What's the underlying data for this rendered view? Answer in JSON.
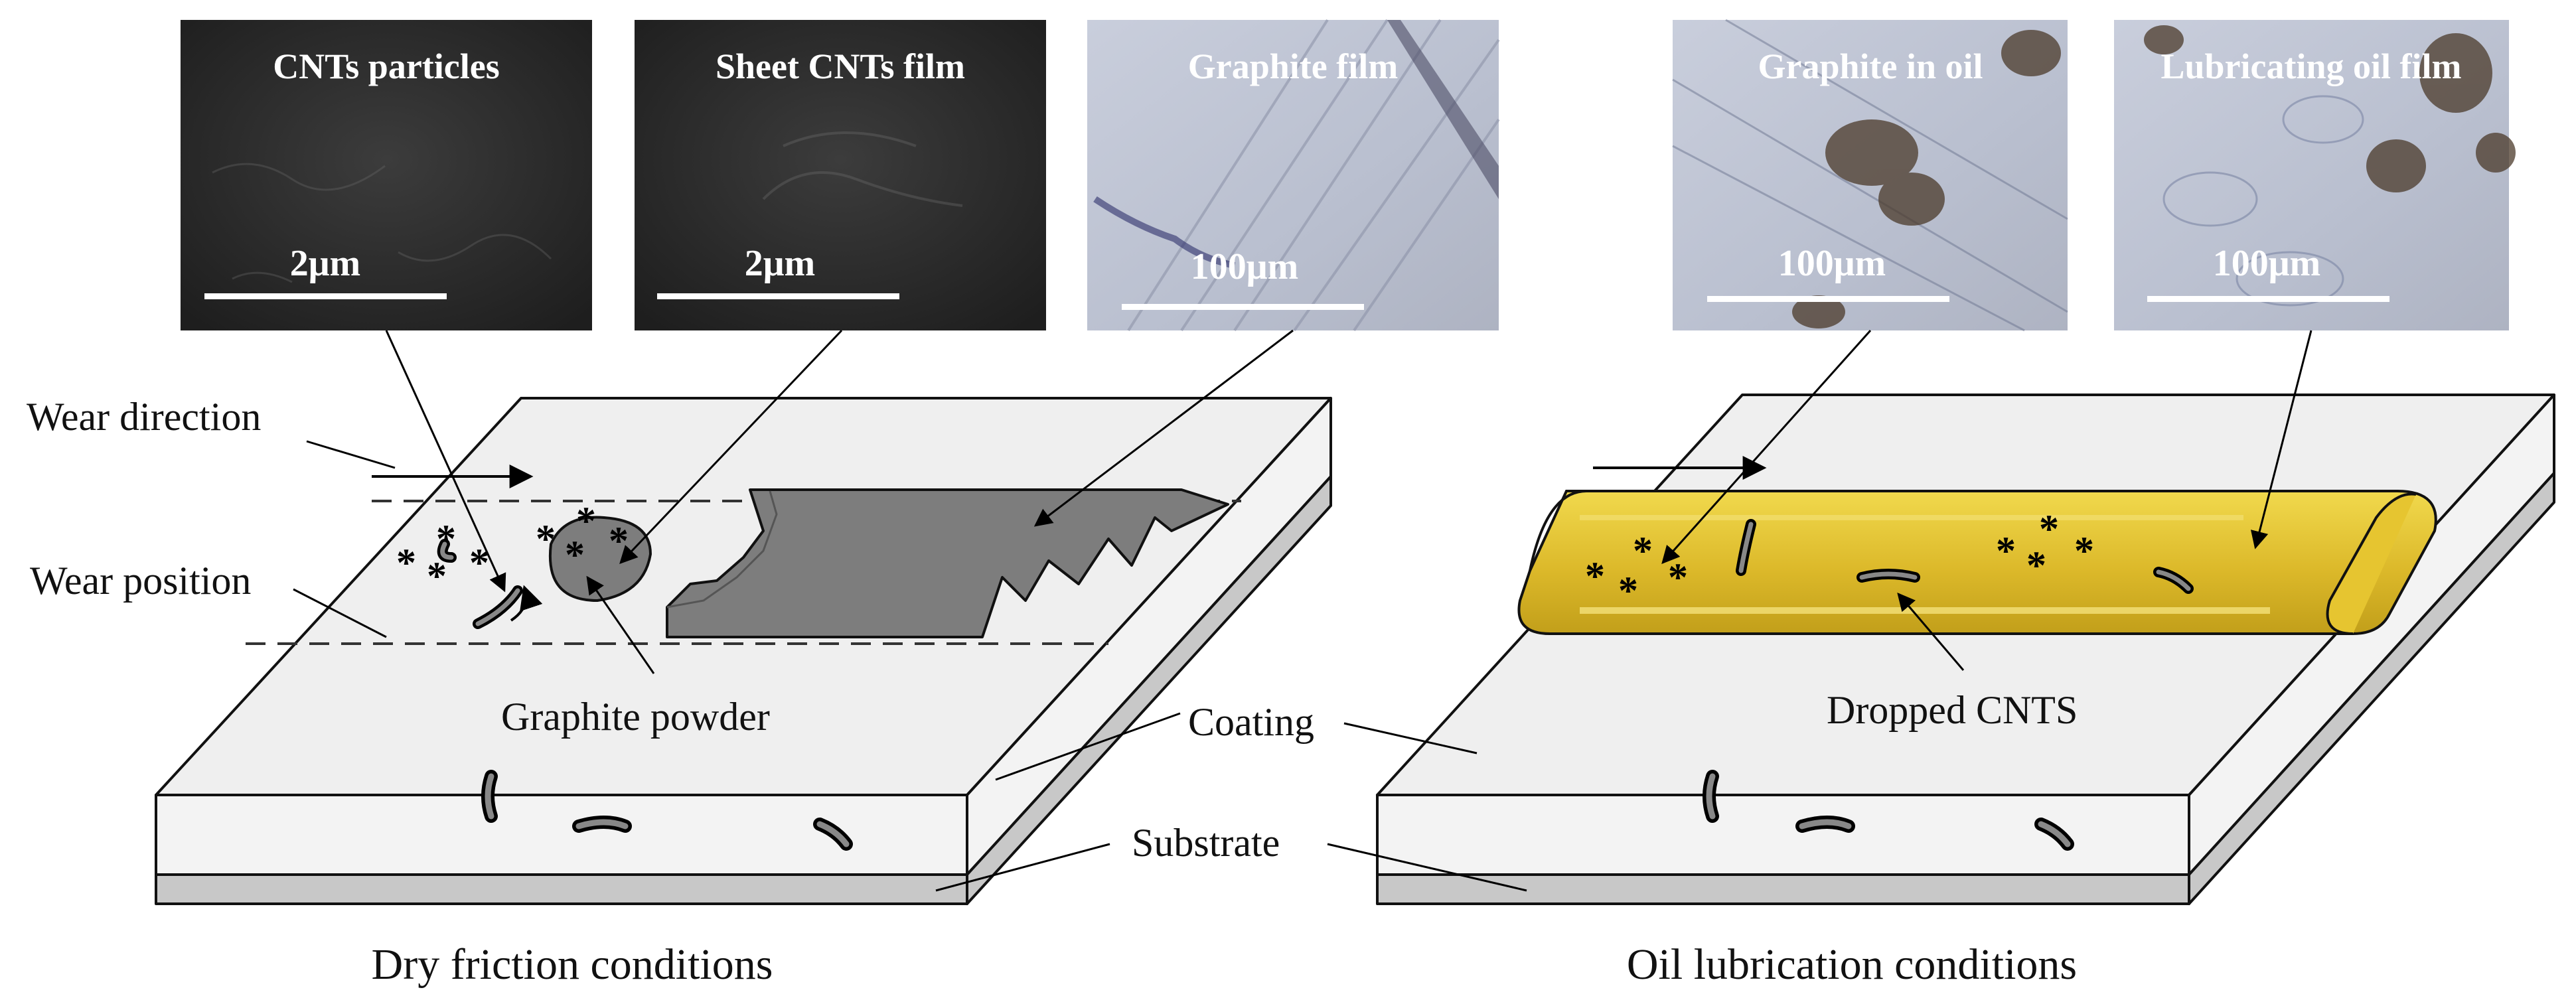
{
  "micrographs": [
    {
      "title": "CNTs particles",
      "scale": "2μm",
      "tone": "dark"
    },
    {
      "title": "Sheet CNTs film",
      "scale": "2μm",
      "tone": "dark"
    },
    {
      "title": "Graphite film",
      "scale": "100μm",
      "tone": "light"
    },
    {
      "title": "Graphite in oil",
      "scale": "100μm",
      "tone": "light"
    },
    {
      "title": "Lubricating oil film",
      "scale": "100μm",
      "tone": "light"
    }
  ],
  "labels": {
    "wear_direction": "Wear direction",
    "wear_position": "Wear position",
    "graphite_powder": "Graphite powder",
    "coating": "Coating",
    "substrate": "Substrate",
    "dropped_cnts": "Dropped CNTS"
  },
  "captions": {
    "left": "Dry friction conditions",
    "right": "Oil lubrication conditions"
  },
  "colors": {
    "coating_top": "#efefef",
    "substrate": "#c8c8c8",
    "graphite_film": "#7d7d7d",
    "oil_film": "#e3c22c",
    "sem_dark": "#2b2b2b",
    "optical_light": "#bcc2d3"
  }
}
